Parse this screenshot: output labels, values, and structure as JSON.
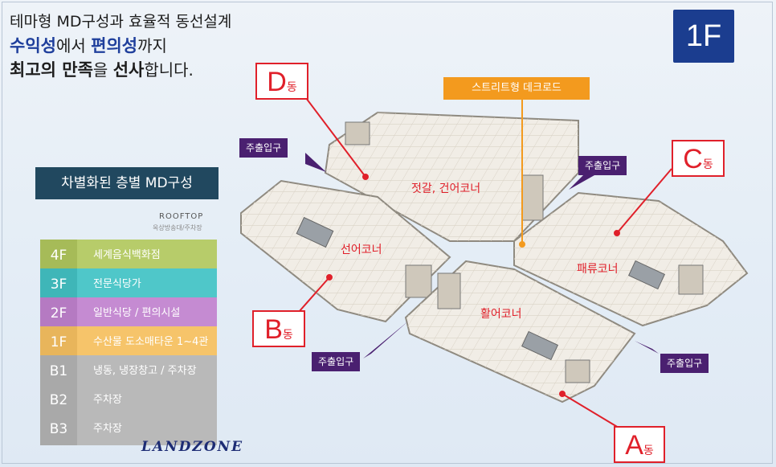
{
  "headline": {
    "line1": "테마형  MD구성과 효율적 동선설계",
    "line2_blue1": "수익성",
    "line2_mid": "에서 ",
    "line2_blue2": "편의성",
    "line2_end": "까지",
    "line3_bold1": "최고의 만족",
    "line3_mid": "을 ",
    "line3_bold2": "선사",
    "line3_end": "합니다."
  },
  "floor_badge": "1F",
  "md_panel": {
    "title": "차별화된 층별 MD구성",
    "rooftop": "ROOFTOP",
    "rooftop_sub": "옥상방송대/주차장",
    "tiers": [
      {
        "floor": "4F",
        "desc": "세계음식백화점",
        "color": "#b7cc6a",
        "side": "#a6bb58"
      },
      {
        "floor": "3F",
        "desc": "전문식당가",
        "color": "#4fc7c9",
        "side": "#3fb6b8"
      },
      {
        "floor": "2F",
        "desc": "일반식당 / 편의시설",
        "color": "#c58bd2",
        "side": "#b57ac2"
      },
      {
        "floor": "1F",
        "desc": "수산물 도소매타운 1~4관",
        "color": "#f6c46a",
        "side": "#e8b55b"
      },
      {
        "floor": "B1",
        "desc": "냉동, 냉장창고 / 주차장",
        "color": "#b9b9b9",
        "side": "#a9a9a9"
      },
      {
        "floor": "B2",
        "desc": "주차장",
        "color": "#b9b9b9",
        "side": "#a9a9a9"
      },
      {
        "floor": "B3",
        "desc": "주차장",
        "color": "#b9b9b9",
        "side": "#a9a9a9"
      }
    ]
  },
  "brand": "LANDZONE",
  "zones": [
    {
      "id": "D",
      "big": "D",
      "small": "동"
    },
    {
      "id": "C",
      "big": "C",
      "small": "동"
    },
    {
      "id": "B",
      "big": "B",
      "small": "동"
    },
    {
      "id": "A",
      "big": "A",
      "small": "동"
    }
  ],
  "street_label": "스트리트형 데크로드",
  "entrance_label": "주출입구",
  "corners": {
    "d": "젓갈, 건어코너",
    "b": "선어코너",
    "c": "패류코너",
    "a": "활어코너"
  },
  "colors": {
    "accent_red": "#e0202a",
    "navy": "#1b3d8f",
    "entrance_purple": "#4a2070",
    "street_orange": "#f39a1e"
  }
}
